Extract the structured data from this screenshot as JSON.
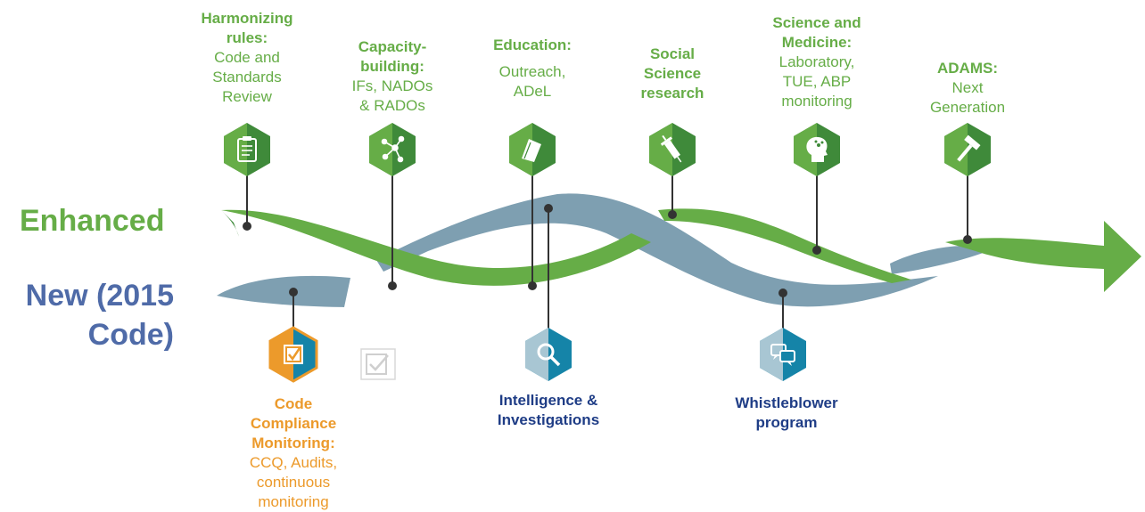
{
  "side_labels": {
    "enhanced": "Enhanced",
    "new": "New (2015\nCode)"
  },
  "colors": {
    "green": "#66ad47",
    "green_dark": "#3f8a3a",
    "steel": "#7e9fb1",
    "steel_dark": "#5b7f93",
    "orange": "#ec9a2b",
    "teal": "#1584a8",
    "navy": "#1f3d86",
    "new_label": "#4f6ba8"
  },
  "enhanced_items": [
    {
      "icon": "clipboard-icon",
      "heading": "Harmonizing\nrules:",
      "body": "Code and\nStandards\nReview"
    },
    {
      "icon": "network-icon",
      "heading": "Capacity-\nbuilding:",
      "body": "IFs, NADOs\n& RADOs"
    },
    {
      "icon": "book-icon",
      "heading": "Education:",
      "body": "Outreach,\nADeL"
    },
    {
      "icon": "syringe-icon",
      "heading": "Social\nScience\nresearch",
      "body": ""
    },
    {
      "icon": "brain-head-icon",
      "heading": "Science and\nMedicine:",
      "body": "Laboratory,\nTUE, ABP\nmonitoring"
    },
    {
      "icon": "hammer-icon",
      "heading": "ADAMS:",
      "body": "Next\nGeneration"
    }
  ],
  "new_items": [
    {
      "icon": "checkbox-icon",
      "heading": "Code\nCompliance\nMonitoring:",
      "body": "CCQ, Audits,\ncontinuous\nmonitoring"
    },
    {
      "icon": "magnifier-icon",
      "heading": "Intelligence &\nInvestigations",
      "body": ""
    },
    {
      "icon": "speech-bubbles-icon",
      "heading": "Whistleblower\nprogram",
      "body": ""
    }
  ]
}
